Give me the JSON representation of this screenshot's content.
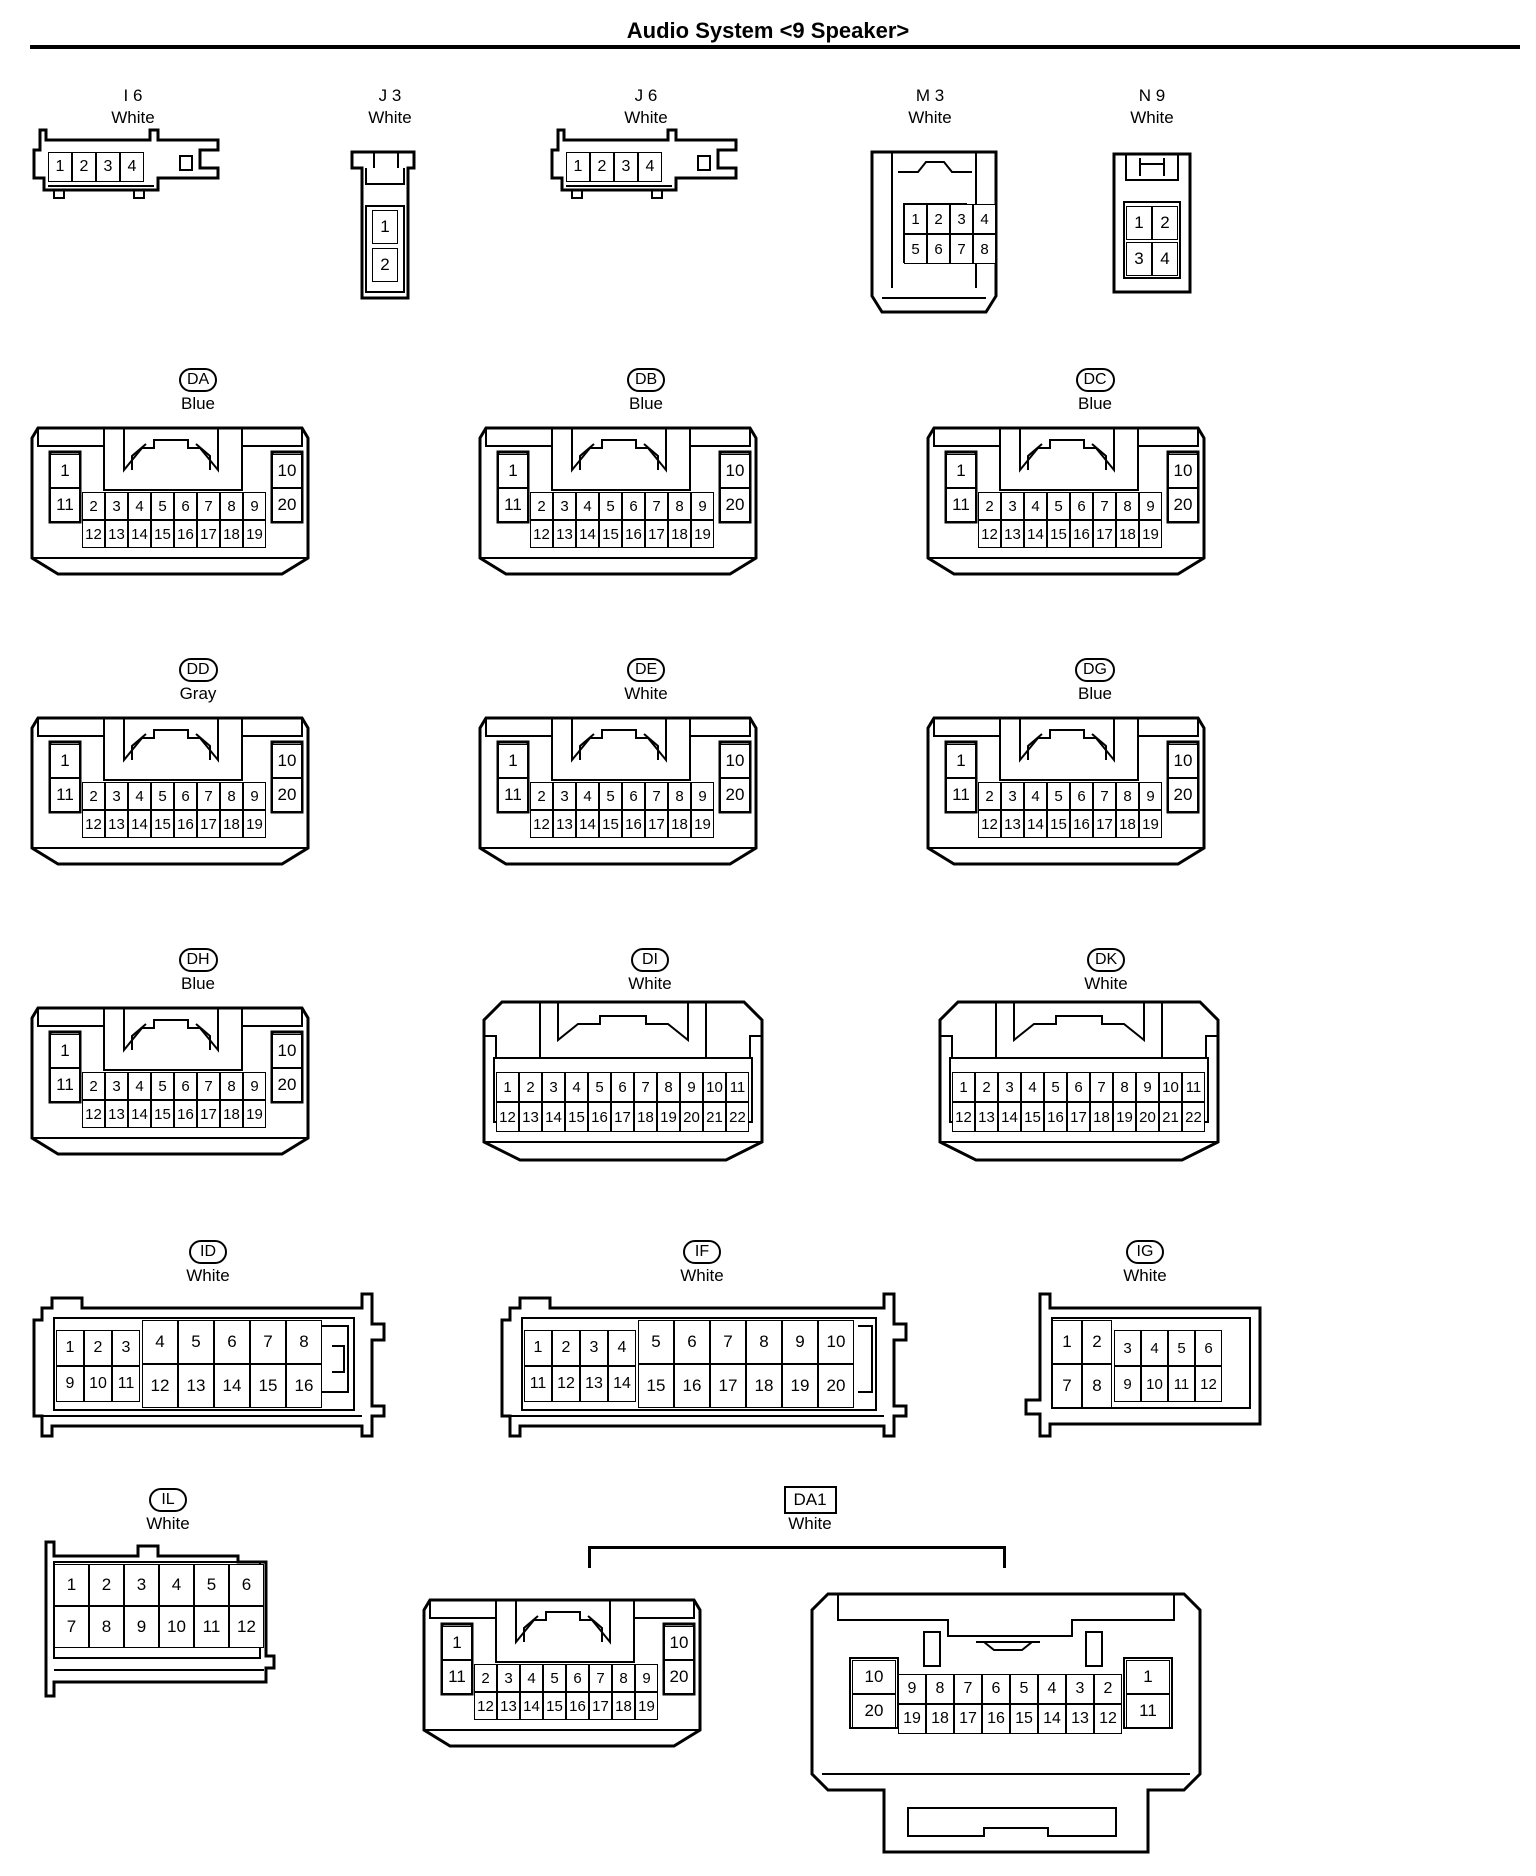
{
  "title": "Audio System <9 Speaker>",
  "connectors": [
    {
      "id": "I6",
      "code": "I 6",
      "style": "plain",
      "color": "White"
    },
    {
      "id": "J3",
      "code": "J 3",
      "style": "plain",
      "color": "White"
    },
    {
      "id": "J6",
      "code": "J 6",
      "style": "plain",
      "color": "White"
    },
    {
      "id": "M3",
      "code": "M 3",
      "style": "plain",
      "color": "White"
    },
    {
      "id": "N9",
      "code": "N 9",
      "style": "plain",
      "color": "White"
    },
    {
      "id": "DA",
      "code": "DA",
      "style": "pill",
      "color": "Blue"
    },
    {
      "id": "DB",
      "code": "DB",
      "style": "pill",
      "color": "Blue"
    },
    {
      "id": "DC",
      "code": "DC",
      "style": "pill",
      "color": "Blue"
    },
    {
      "id": "DD",
      "code": "DD",
      "style": "pill",
      "color": "Gray"
    },
    {
      "id": "DE",
      "code": "DE",
      "style": "pill",
      "color": "White"
    },
    {
      "id": "DG",
      "code": "DG",
      "style": "pill",
      "color": "Blue"
    },
    {
      "id": "DH",
      "code": "DH",
      "style": "pill",
      "color": "Blue"
    },
    {
      "id": "DI",
      "code": "DI",
      "style": "pill",
      "color": "White"
    },
    {
      "id": "DK",
      "code": "DK",
      "style": "pill",
      "color": "White"
    },
    {
      "id": "ID",
      "code": "ID",
      "style": "pill",
      "color": "White"
    },
    {
      "id": "IF",
      "code": "IF",
      "style": "pill",
      "color": "White"
    },
    {
      "id": "IG",
      "code": "IG",
      "style": "pill",
      "color": "White"
    },
    {
      "id": "IL",
      "code": "IL",
      "style": "pill",
      "color": "White"
    },
    {
      "id": "DA1",
      "code": "DA1",
      "style": "box",
      "color": "White"
    }
  ]
}
